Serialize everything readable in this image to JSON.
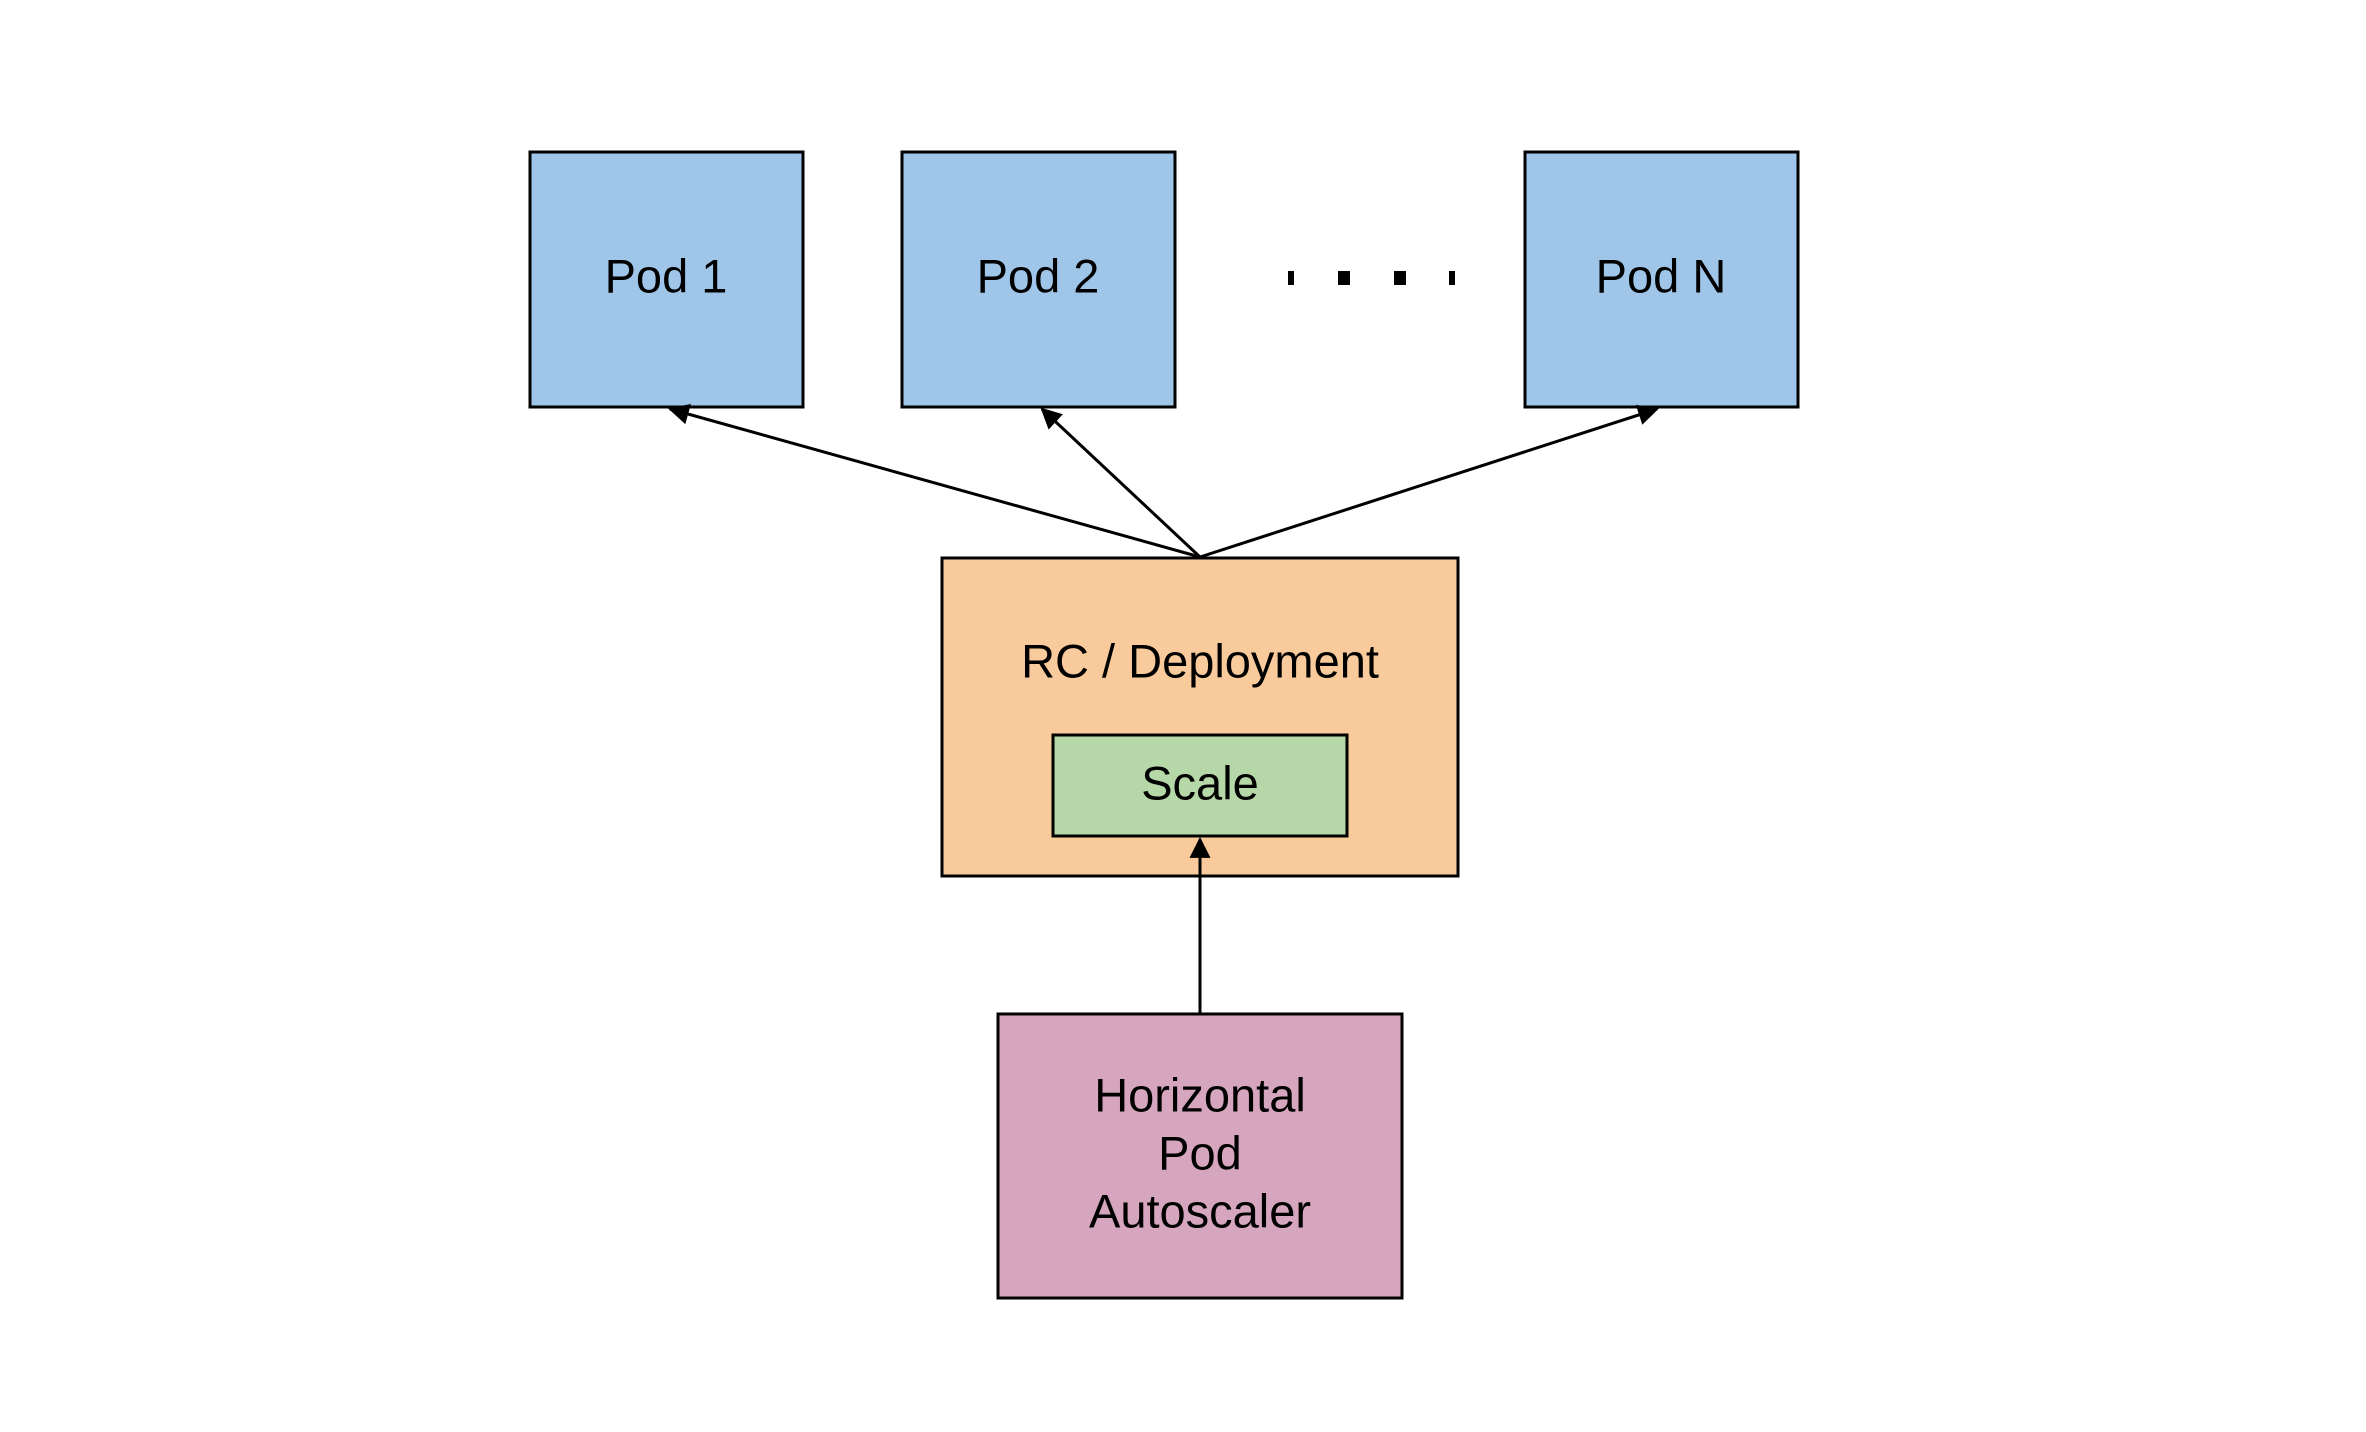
{
  "colors": {
    "pod_fill": "#9fc5e8",
    "controller_fill": "#f9cb9c",
    "scale_fill": "#b6d7a8",
    "autoscaler_fill": "#d5a6bd",
    "stroke": "#000000",
    "background": "#ffffff"
  },
  "pods": [
    {
      "label": "Pod 1"
    },
    {
      "label": "Pod 2"
    },
    {
      "label": "Pod N"
    }
  ],
  "controller": {
    "label": "RC / Deployment",
    "scale_label": "Scale"
  },
  "autoscaler": {
    "lines": [
      "Horizontal",
      "Pod",
      "Autoscaler"
    ]
  }
}
